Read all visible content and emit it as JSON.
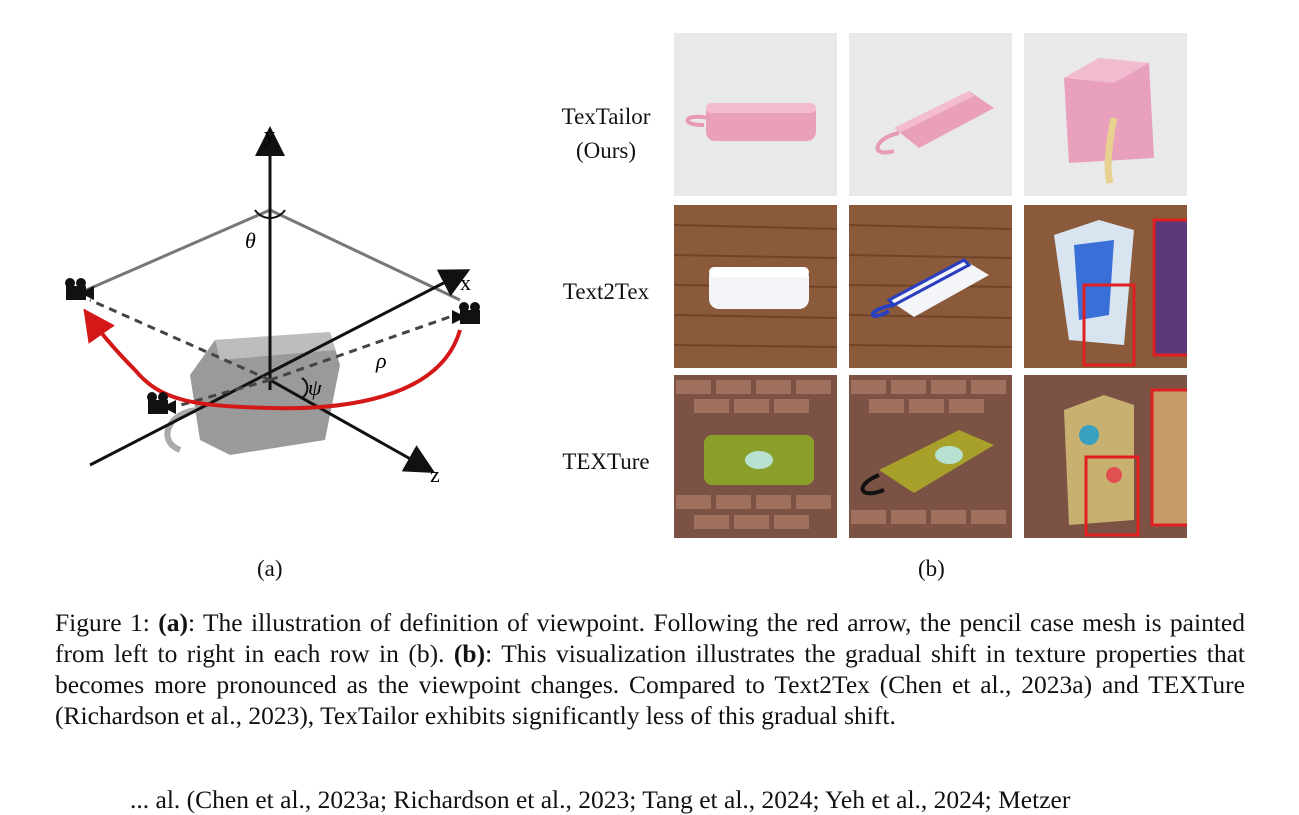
{
  "figure_a": {
    "axis_x": "x",
    "axis_y": "y",
    "axis_z": "z",
    "theta": "θ",
    "psi": "ψ",
    "rho": "ρ",
    "sublabel": "(a)"
  },
  "figure_b": {
    "rows": [
      {
        "label_line1": "TexTailor",
        "label_line2": "(Ours)"
      },
      {
        "label_line1": "Text2Tex",
        "label_line2": ""
      },
      {
        "label_line1": "TEXTure",
        "label_line2": ""
      }
    ],
    "sublabel": "(b)"
  },
  "caption": {
    "prefix": "Figure 1: ",
    "a_bold": "(a)",
    "a_text": ": The illustration of definition of viewpoint. Following the red arrow, the pencil case mesh is painted from left to right in each row in (b). ",
    "b_bold": "(b)",
    "b_text": ": This visualization illustrates the gradual shift in texture properties that becomes more pronounced as the viewpoint changes. Compared to Text2Tex (Chen et al., 2023a) and TEXTure (Richardson et al., 2023), TexTailor exhibits significantly less of this gradual shift."
  },
  "next_text": "... al. (Chen et al., 2023a; Richardson et al., 2023; Tang et al., 2024; Yeh et al., 2024; Metzer"
}
